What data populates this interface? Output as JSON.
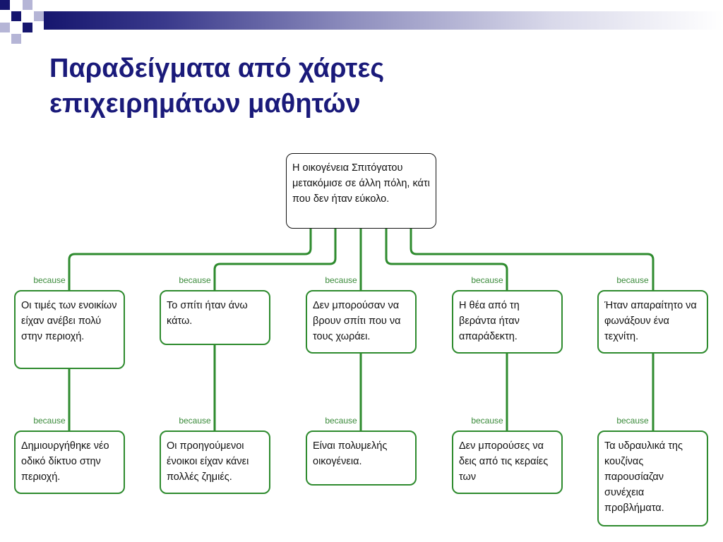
{
  "slide": {
    "title_line1": "Παραδείγματα από χάρτες",
    "title_line2": "επιχειρημάτων μαθητών"
  },
  "diagram": {
    "root": "Η οικογένεια  Σπιτόγατου μετακόμισε σε άλλη πόλη, κάτι που δεν ήταν εύκολο.",
    "connector_label": "because",
    "reasons": [
      {
        "text": "Οι τιμές των ενοικίων είχαν ανέβει πολύ στην περιοχή.",
        "sub": "Δημιουργήθηκε νέο οδικό δίκτυο στην περιοχή."
      },
      {
        "text": "Το σπίτι ήταν άνω κάτω.",
        "sub": "Οι προηγούμενοι ένοικοι είχαν κάνει πολλές ζημιές."
      },
      {
        "text": "Δεν μπορούσαν να βρουν σπίτι που να τους χωράει.",
        "sub": "Είναι πολυμελής οικογένεια."
      },
      {
        "text": "Η θέα από τη βεράντα ήταν απαράδεκτη.",
        "sub": "Δεν μπορούσες να δεις από τις κεραίες των"
      },
      {
        "text": "Ήταν απαραίτητο να φωνάξουν ένα τεχνίτη.",
        "sub": "Τα υδραυλικά της κουζίνας παρουσίαζαν συνέχεια προβλήματα."
      }
    ],
    "colors": {
      "connector": "#2e8b2e",
      "title": "#1a1a7a"
    }
  }
}
